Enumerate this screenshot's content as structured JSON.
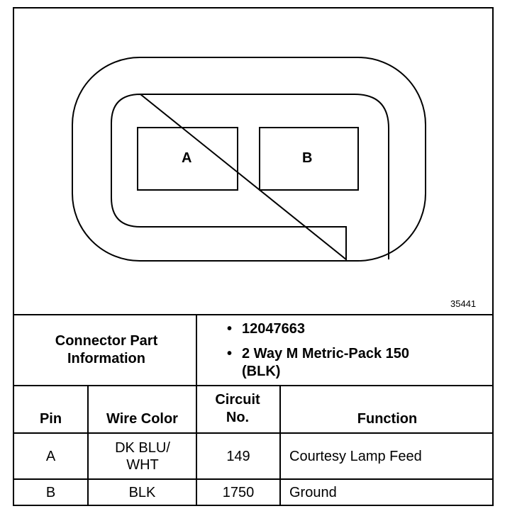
{
  "diagram": {
    "pin_a_label": "A",
    "pin_b_label": "B",
    "figure_number": "35441"
  },
  "part_info": {
    "label": "Connector Part Information",
    "bullet_symbol": "•",
    "items": [
      "12047663",
      "2 Way M Metric-Pack 150 (BLK)"
    ]
  },
  "table": {
    "headers": {
      "pin": "Pin",
      "wire_color": "Wire Color",
      "circuit": "Circuit No.",
      "function": "Function"
    },
    "rows": [
      {
        "pin": "A",
        "wire_color": "DK BLU/ WHT",
        "circuit": "149",
        "function": "Courtesy Lamp Feed"
      },
      {
        "pin": "B",
        "wire_color": "BLK",
        "circuit": "1750",
        "function": "Ground"
      }
    ]
  }
}
